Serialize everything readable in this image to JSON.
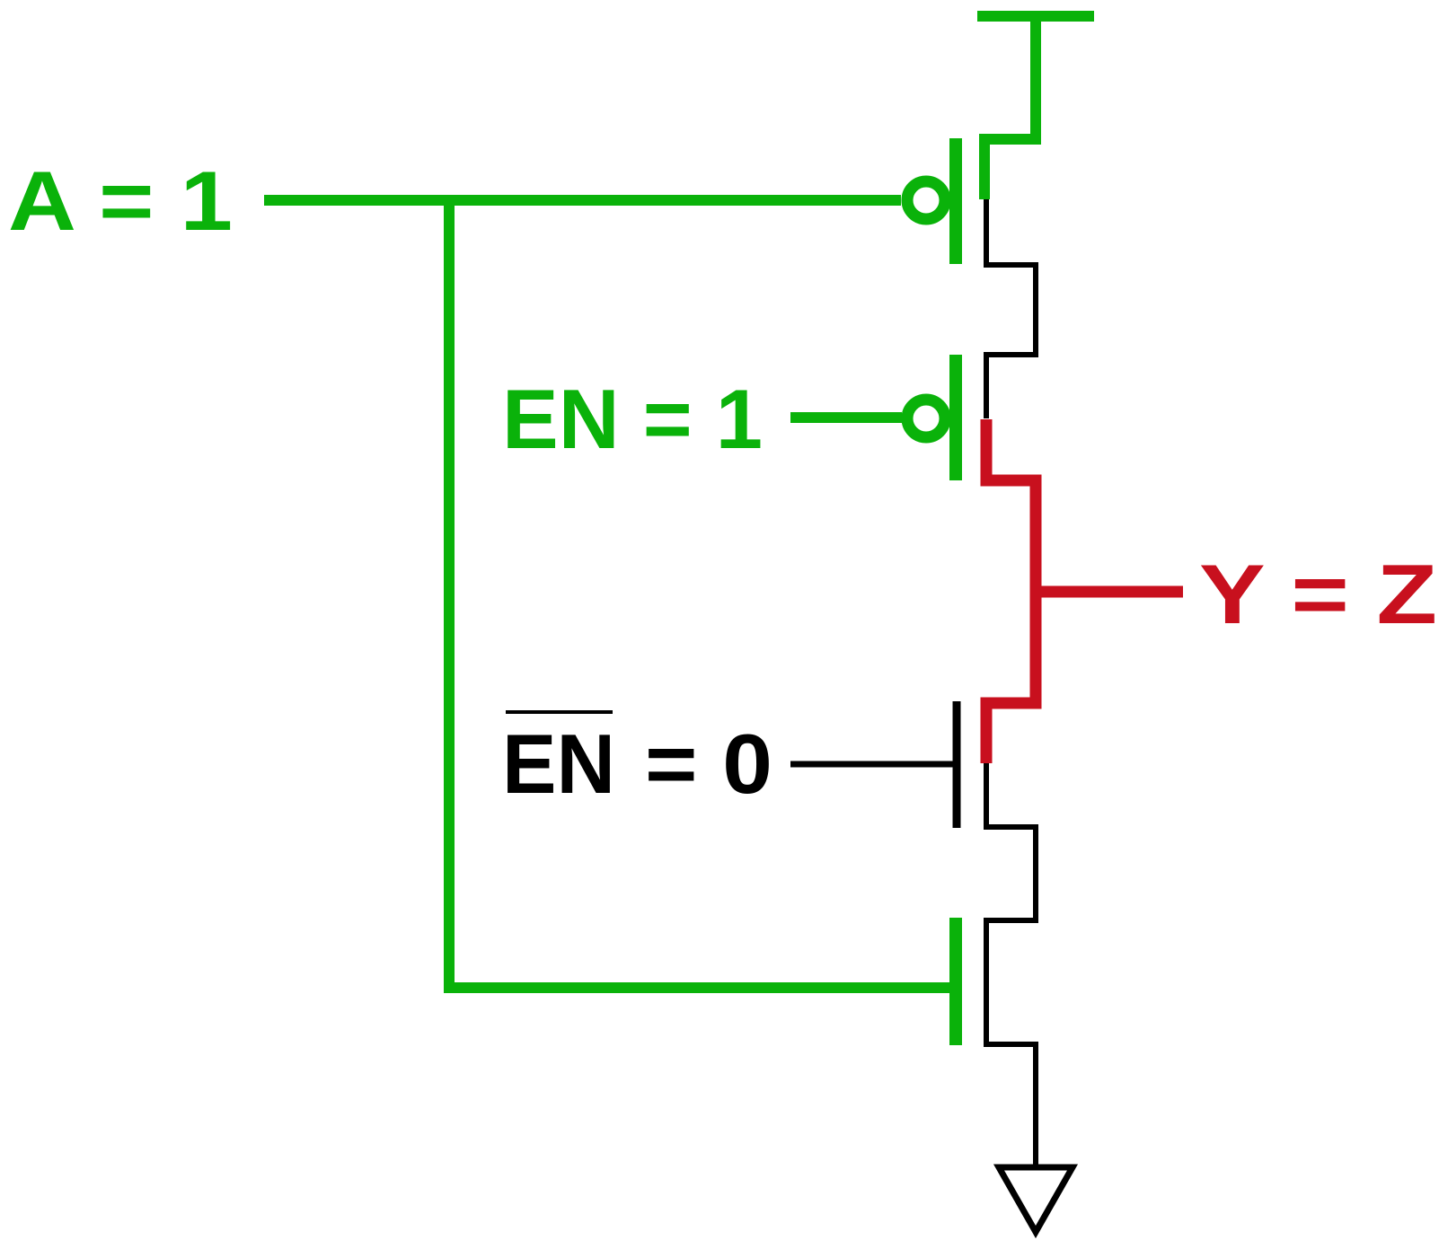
{
  "colors": {
    "high": "#0ab20a",
    "floating": "#c8101e",
    "inactive": "#000000",
    "background": "#ffffff"
  },
  "labels": {
    "a": "A = 1",
    "en": "EN = 1",
    "en_bar_name": "EN",
    "en_bar_value": "= 0",
    "y": "Y = Z"
  }
}
